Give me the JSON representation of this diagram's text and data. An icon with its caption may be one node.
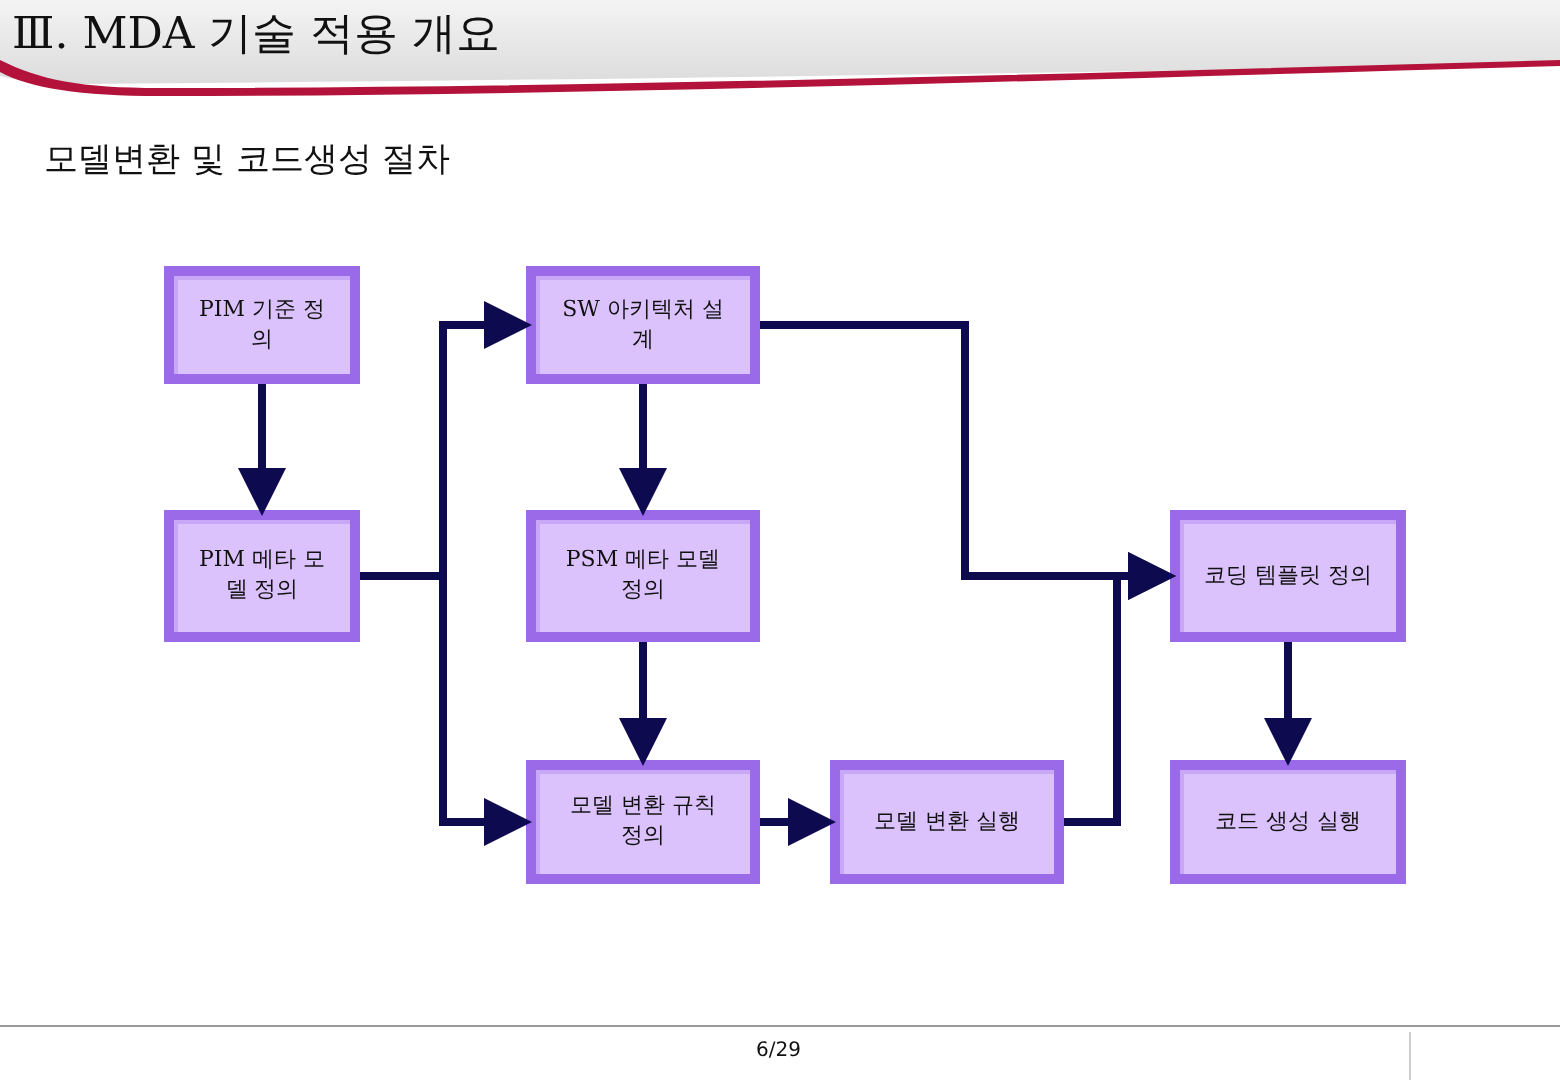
{
  "diagram": {
    "title": "Ⅲ. MDA 기술 적용 개요",
    "nodes": [
      {
        "text": [
          "PIM 기준 정의"
        ]
      },
      {
        "text": [
          "SW 아키텍처 설계"
        ]
      },
      {
        "text": [
          "PIM 메타 모델 정의"
        ]
      },
      {
        "text": [
          "PSM 메타 모델 정의"
        ]
      },
      {
        "text": [
          "코딩 템플릿 정의"
        ]
      },
      {
        "text": [
          "모델 변환 규칙 정의"
        ]
      },
      {
        "text": [
          "모델 변환 실행"
        ]
      },
      {
        "text": [
          "코드 생성 실행"
        ]
      }
    ],
    "edges": [
      {
        "from": 0,
        "to": 2,
        "arrow": "to"
      },
      {
        "from": 2,
        "to": 1,
        "arrow": "to"
      },
      {
        "from": 2,
        "to": 5,
        "arrow": "to"
      },
      {
        "from": 1,
        "to": 3,
        "arrow": "to"
      },
      {
        "from": 3,
        "to": 5,
        "arrow": "to"
      },
      {
        "from": 1,
        "to": 4,
        "arrow": "to"
      },
      {
        "from": 5,
        "to": 6,
        "arrow": "to"
      },
      {
        "from": 6,
        "to": 4,
        "arrow": "to"
      },
      {
        "from": 4,
        "to": 7,
        "arrow": "to"
      }
    ],
    "labels": [
      "모델변환 및 코드생성 절차",
      "6/29"
    ]
  }
}
